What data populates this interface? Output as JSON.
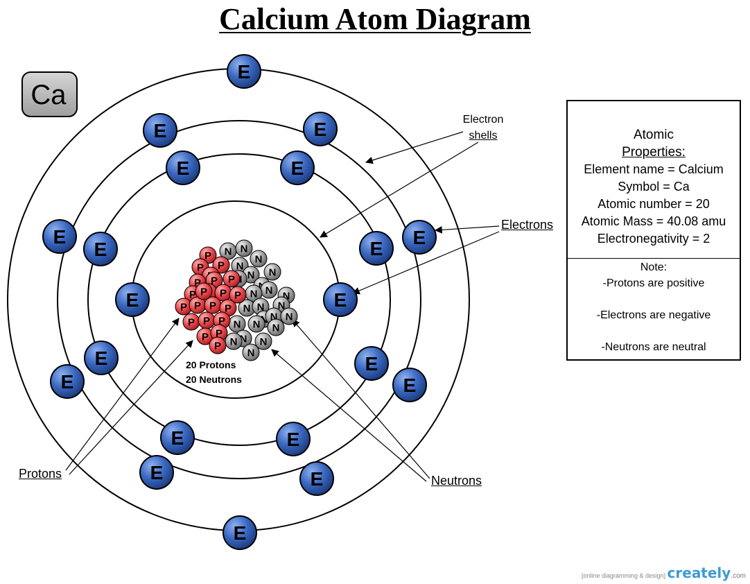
{
  "title": "Calcium Atom Diagram",
  "symbol": "Ca",
  "labels": {
    "electron_shells_1": "Electron",
    "electron_shells_2": "shells",
    "electrons": "Electrons",
    "protons": "Protons",
    "neutrons": "Neutrons",
    "nucleus_protons": "20 Protons",
    "nucleus_neutrons": "20 Neutrons"
  },
  "particle_letters": {
    "electron": "E",
    "proton": "P",
    "neutron": "N"
  },
  "properties": {
    "heading_1": "Atomic",
    "heading_2": "Properties:",
    "lines": [
      "Element name = Calcium",
      "Symbol = Ca",
      "Atomic number = 20",
      "Atomic Mass = 40.08 amu",
      "Electronegativity = 2"
    ],
    "note_heading": "Note:",
    "notes": [
      "-Protons are positive",
      "",
      "-Electrons are negative",
      "",
      "-Neutrons are neutral"
    ]
  },
  "footer": {
    "tagline": "[online diagramming & design]",
    "brand": "creately",
    "domain": ".com"
  },
  "colors": {
    "electron": "#2f5fb5",
    "proton": "#e8494d",
    "neutron": "#9a9a9a",
    "symbol_box": "#b4b4b4"
  }
}
